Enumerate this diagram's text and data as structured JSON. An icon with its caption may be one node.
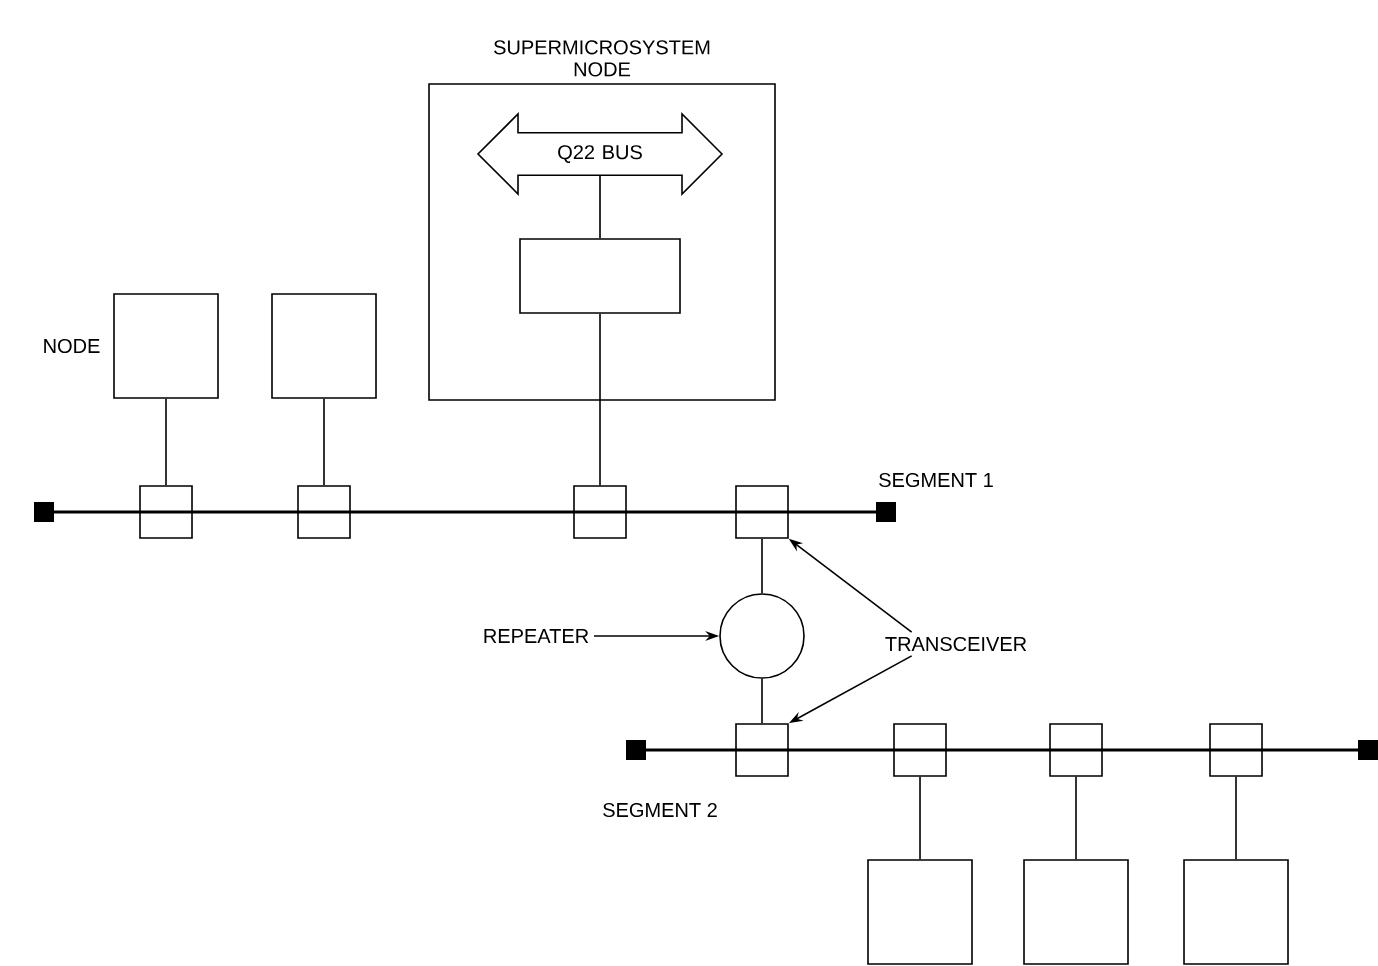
{
  "diagram": {
    "nodes": [
      {
        "text": [
          "SUPERMICROSYSTEM NODE"
        ]
      },
      {
        "text": [
          "Q22 BUS"
        ],
        "in": 0
      },
      {
        "text": [],
        "shape": "box",
        "in": 0
      },
      {
        "text": [
          "NODE"
        ]
      },
      {
        "text": [],
        "shape": "box"
      },
      {
        "text": [],
        "shape": "box"
      },
      {
        "text": [],
        "shape": "box"
      },
      {
        "text": [],
        "shape": "box"
      },
      {
        "text": [],
        "shape": "box"
      },
      {
        "text": [
          "REPEATER"
        ]
      },
      {
        "text": [],
        "shape": "circle"
      },
      {
        "text": [
          "TRANSCEIVER"
        ]
      },
      {
        "text": [],
        "shape": "box"
      },
      {
        "text": [],
        "shape": "box"
      },
      {
        "text": [],
        "shape": "box"
      },
      {
        "text": [],
        "shape": "box"
      },
      {
        "text": [],
        "shape": "box"
      },
      {
        "text": [],
        "shape": "box"
      },
      {
        "text": [],
        "shape": "box"
      }
    ],
    "edges": [
      {
        "from": 1,
        "to": 2,
        "arrow": "none"
      },
      {
        "from": 2,
        "to": 7,
        "arrow": "none"
      },
      {
        "from": 3,
        "to": 5,
        "arrow": "none"
      },
      {
        "from": 4,
        "to": 6,
        "arrow": "none"
      },
      {
        "from": 8,
        "to": 10,
        "arrow": "none"
      },
      {
        "from": 10,
        "to": 12,
        "arrow": "none"
      },
      {
        "from": 13,
        "to": 16,
        "arrow": "none"
      },
      {
        "from": 14,
        "to": 17,
        "arrow": "none"
      },
      {
        "from": 15,
        "to": 18,
        "arrow": "none"
      },
      {
        "from": 9,
        "to": 10,
        "arrow": "to"
      },
      {
        "from": 11,
        "to": 8,
        "arrow": "to"
      },
      {
        "from": 11,
        "to": 12,
        "arrow": "to"
      }
    ],
    "labels": [
      "SEGMENT 1",
      "SEGMENT 2"
    ]
  }
}
